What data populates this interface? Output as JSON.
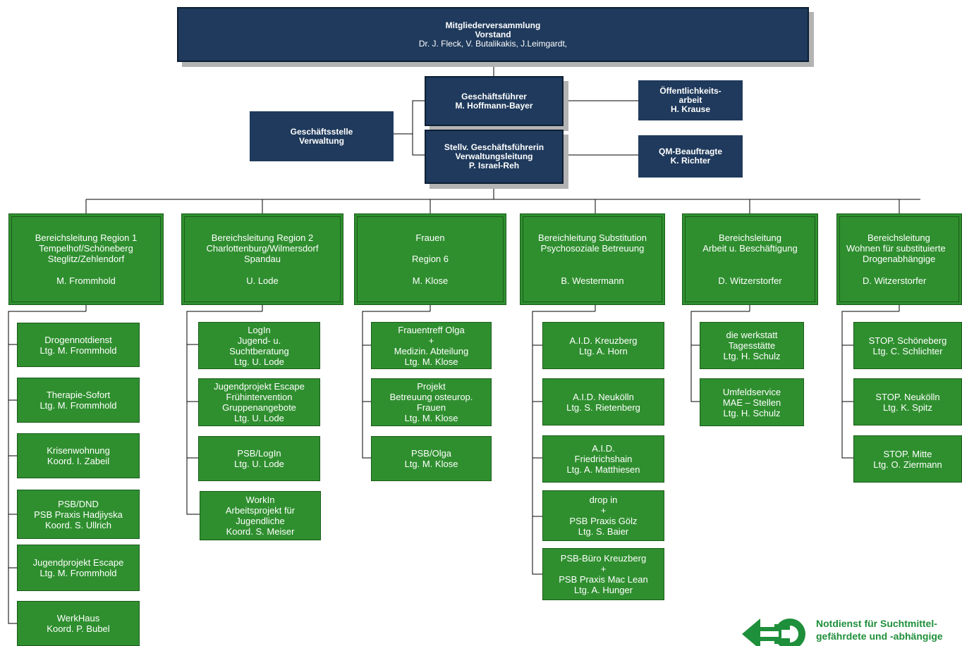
{
  "top": {
    "lines": [
      "Mitgliederversammlung",
      "Vorstand",
      "Dr. J. Fleck, V. Butalikakis, J.Leimgardt,"
    ]
  },
  "management": {
    "gf": [
      "Geschäftsführer",
      "M. Hoffmann-Bayer"
    ],
    "stellv": [
      "Stellv. Geschäftsführerin",
      "Verwaltungsleitung",
      "P. Israel-Reh"
    ],
    "geschaeftsstelle": [
      "Geschäftsstelle",
      "Verwaltung"
    ],
    "oeffentlichkeit": [
      "Öffentlichkeits-",
      "arbeit",
      "H. Krause"
    ],
    "qm": [
      "QM-Beauftragte",
      "K. Richter"
    ]
  },
  "departments": [
    {
      "title": [
        "Bereichsleitung  Region 1",
        "Tempelhof/Schöneberg",
        "Steglitz/Zehlendorf"
      ],
      "lead": "M. Frommhold",
      "units": [
        [
          "Drogennotdienst",
          "Ltg. M. Frommhold"
        ],
        [
          "Therapie-Sofort",
          "Ltg. M. Frommhold"
        ],
        [
          "Krisenwohnung",
          "Koord. I. Zabeil"
        ],
        [
          "PSB/DND",
          "PSB Praxis Hadjiyska",
          "Koord. S. Ullrich"
        ],
        [
          "Jugendprojekt Escape",
          "Ltg. M. Frommhold"
        ],
        [
          "WerkHaus",
          "Koord. P. Bubel"
        ]
      ]
    },
    {
      "title": [
        "Bereichsleitung Region 2",
        "Charlottenburg/Wilmersdorf",
        "Spandau"
      ],
      "lead": "U. Lode",
      "units": [
        [
          "LogIn",
          "Jugend- u.",
          "Suchtberatung",
          "Ltg. U. Lode"
        ],
        [
          "Jugendprojekt Escape",
          "Frühintervention",
          "Gruppenangebote",
          "Ltg. U. Lode"
        ],
        [
          "PSB/LogIn",
          "Ltg. U. Lode"
        ],
        [
          "WorkIn",
          "Arbeitsprojekt für",
          "Jugendliche",
          "Koord. S. Meiser"
        ]
      ]
    },
    {
      "title": [
        "Frauen",
        "",
        "Region 6"
      ],
      "lead": "M. Klose",
      "units": [
        [
          "Frauentreff Olga",
          "+",
          "Medizin. Abteilung",
          "Ltg.  M. Klose"
        ],
        [
          "Projekt",
          "Betreuung osteurop.",
          "Frauen",
          "Ltg. M. Klose"
        ],
        [
          "PSB/Olga",
          "Ltg. M. Klose"
        ]
      ]
    },
    {
      "title": [
        "Bereichleitung Substitution",
        "Psychosoziale Betreuung"
      ],
      "lead": "B. Westermann",
      "units": [
        [
          "A.I.D. Kreuzberg",
          "Ltg. A. Horn"
        ],
        [
          "A.I.D. Neukölln",
          "Ltg. S. Rietenberg"
        ],
        [
          "A.I.D.",
          "Friedrichshain",
          "Ltg. A. Matthiesen"
        ],
        [
          "drop in",
          "+",
          "PSB Praxis Gölz",
          "Ltg. S. Baier"
        ],
        [
          "PSB-Büro Kreuzberg",
          "+",
          "PSB Praxis  Mac Lean",
          "Ltg. A. Hunger"
        ]
      ]
    },
    {
      "title": [
        "Bereichsleitung",
        "Arbeit u. Beschäftigung"
      ],
      "lead": "D. Witzerstorfer",
      "units": [
        [
          "die werkstatt",
          "Tagesstätte",
          "Ltg. H. Schulz"
        ],
        [
          "Umfeldservice",
          "MAE – Stellen",
          "Ltg. H. Schulz"
        ]
      ]
    },
    {
      "title": [
        "Bereichsleitung",
        "Wohnen für substituierte",
        "Drogenabhängige"
      ],
      "lead": "D. Witzerstorfer",
      "units": [
        [
          "STOP.  Schöneberg",
          "Ltg. C. Schlichter"
        ],
        [
          "STOP.  Neukölln",
          "Ltg. K. Spitz"
        ],
        [
          "STOP.  Mitte",
          "Ltg. O. Ziermann"
        ]
      ]
    }
  ],
  "logo": {
    "line1": "Notdienst für Suchtmittel-",
    "line2": "gefährdete und -abhängige",
    "brand_color": "#1e8f3a"
  },
  "colors": {
    "navy": "#1f3a5c",
    "green": "#2f8f2f",
    "connector": "#000000"
  }
}
